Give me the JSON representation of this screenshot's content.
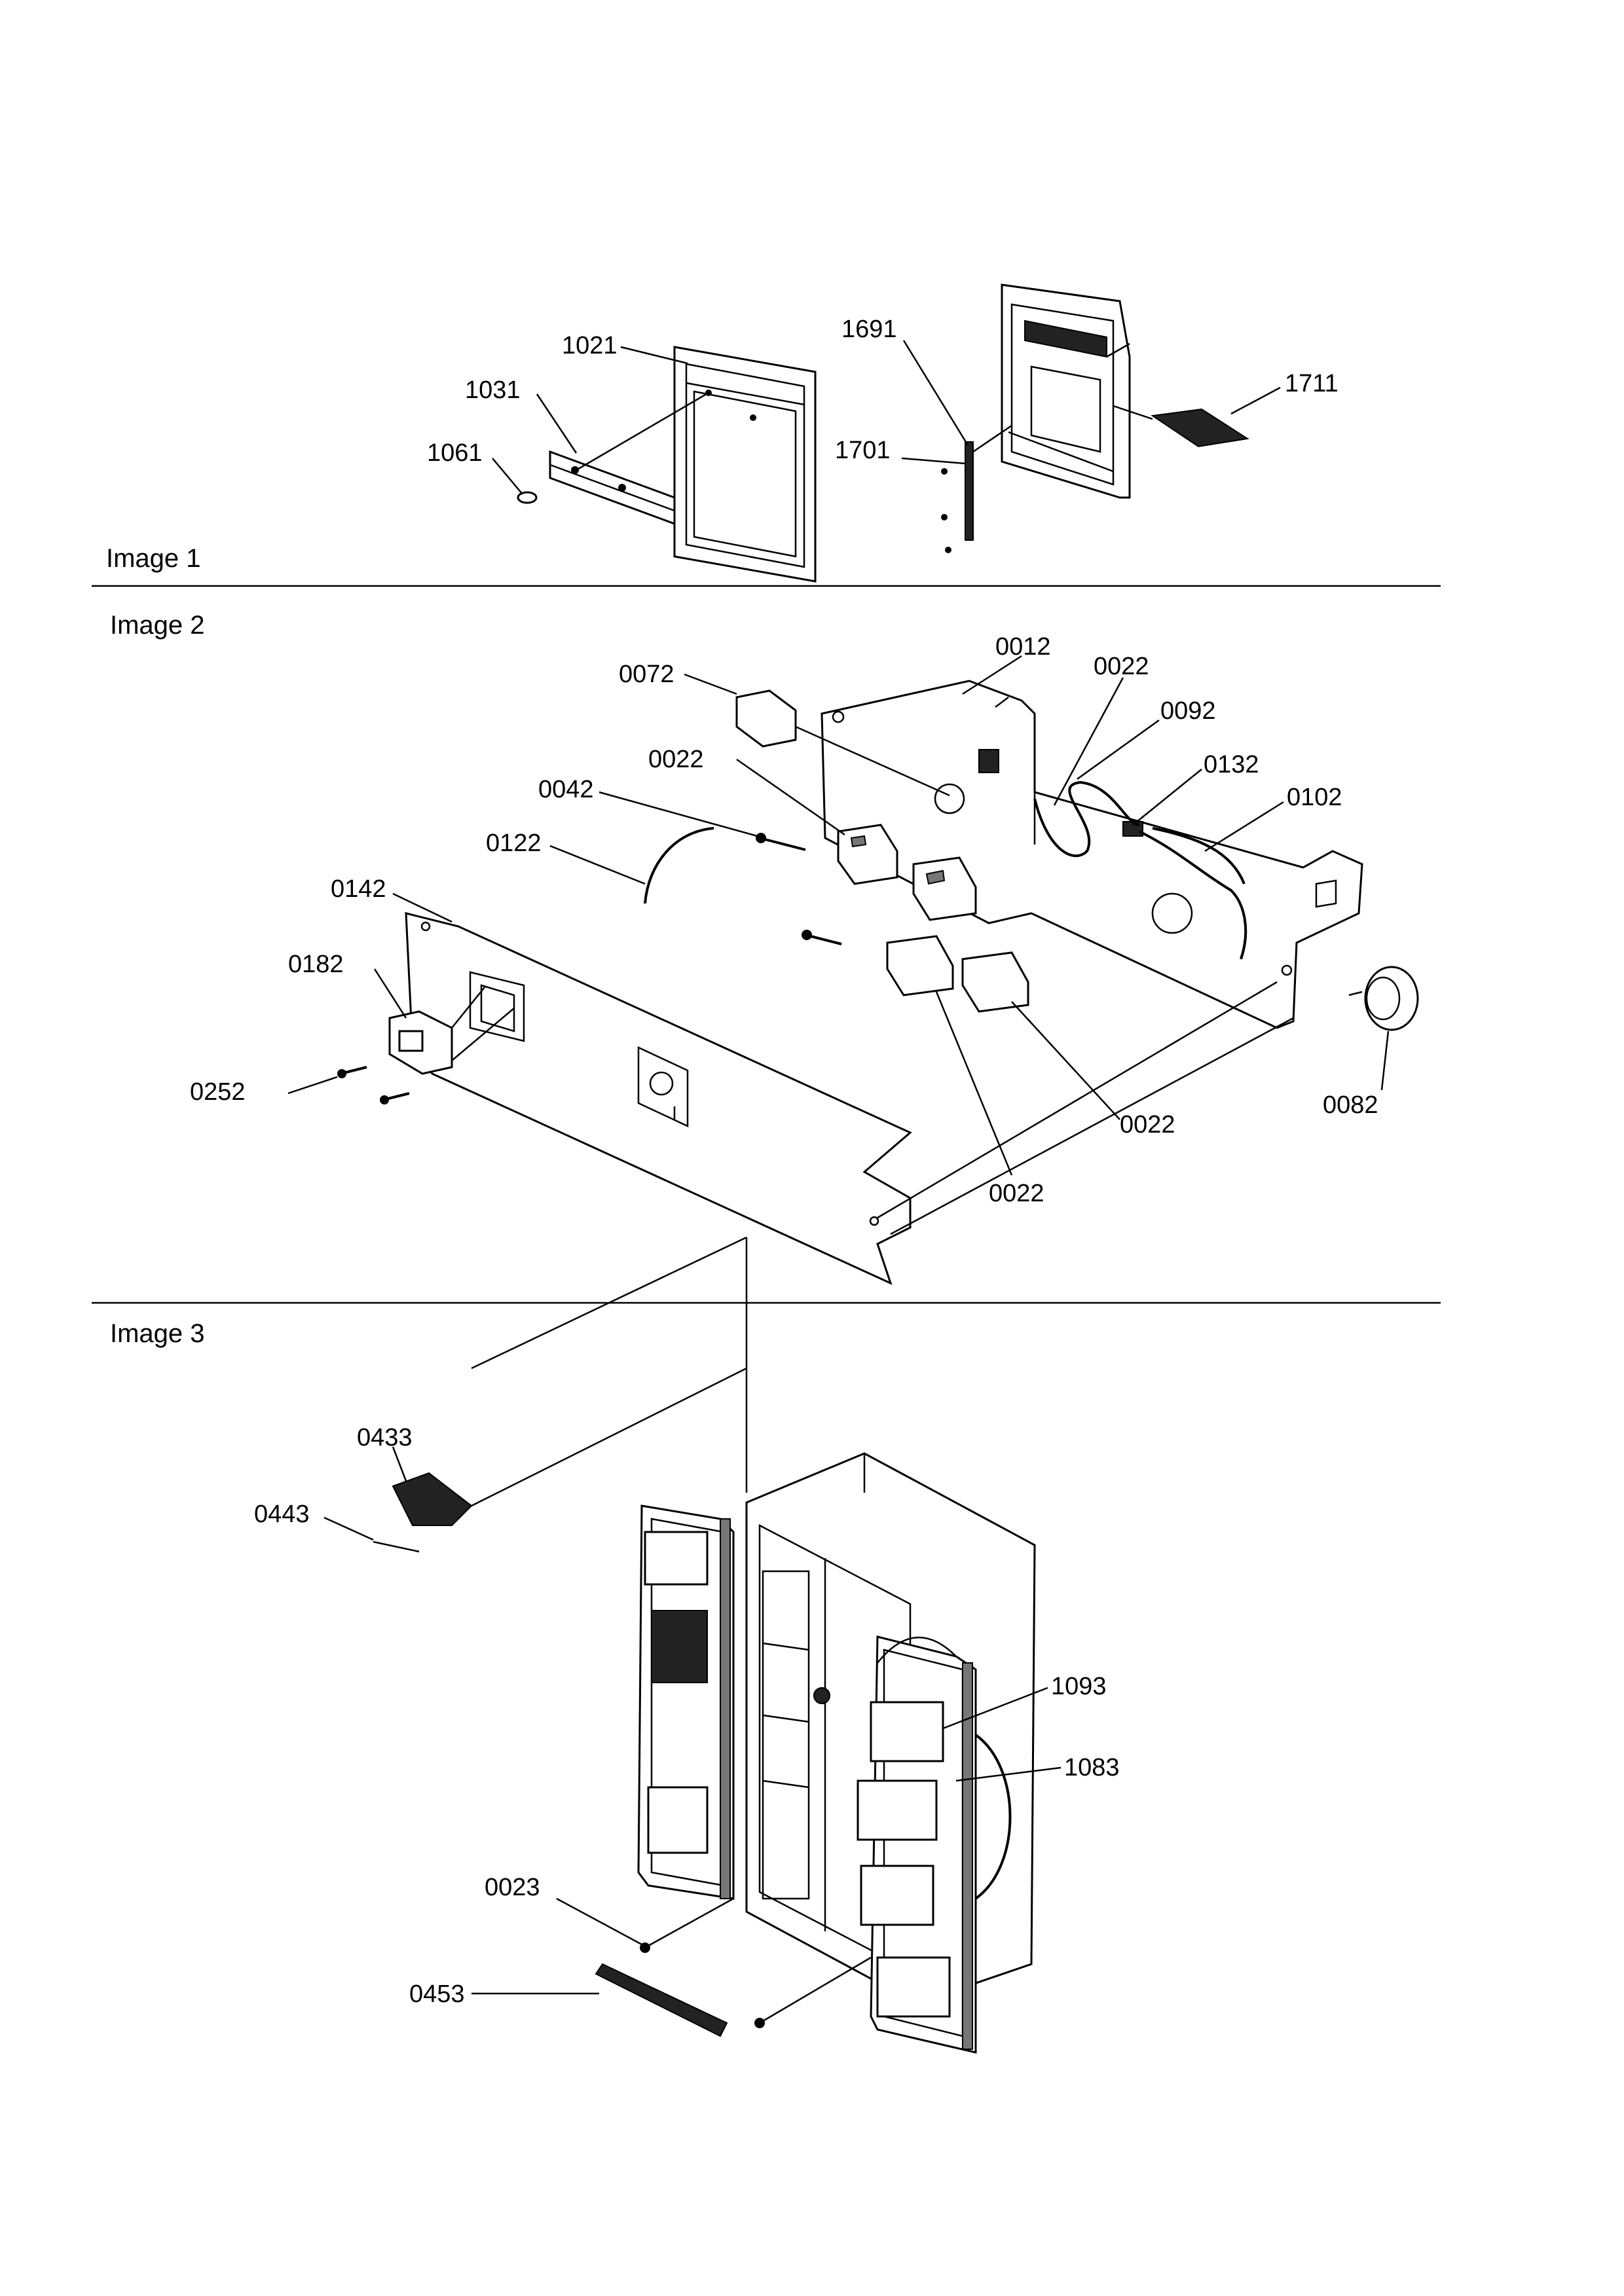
{
  "sections": [
    {
      "title": "Image 1",
      "parts": [
        "1021",
        "1031",
        "1061",
        "1691",
        "1701",
        "1711"
      ]
    },
    {
      "title": "Image 2",
      "parts": [
        "0072",
        "0012",
        "0022",
        "0092",
        "0042",
        "0132",
        "0102",
        "0122",
        "0142",
        "0182",
        "0252",
        "0082"
      ]
    },
    {
      "title": "Image 3",
      "parts": [
        "0433",
        "0443",
        "1093",
        "1083",
        "0023",
        "0453"
      ]
    }
  ]
}
